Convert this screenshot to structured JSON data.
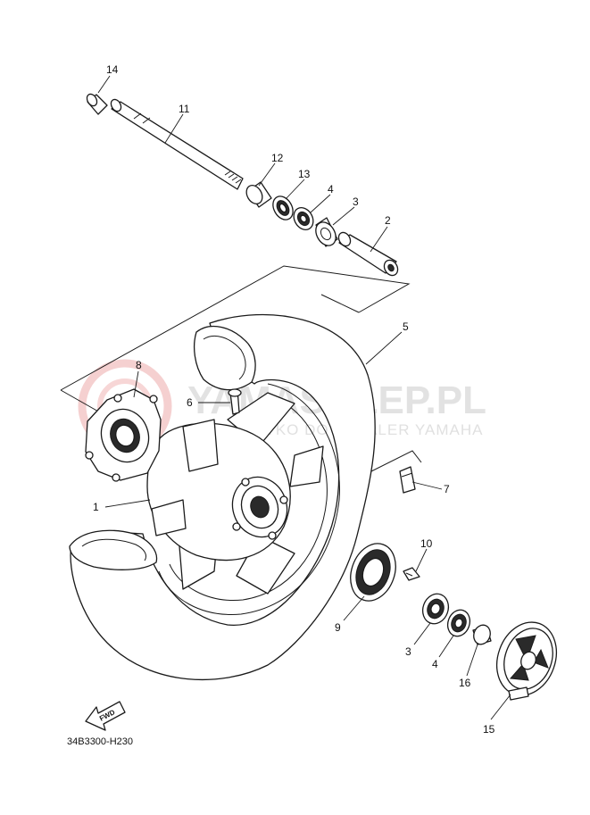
{
  "watermark": {
    "title": "YAMASKLEP.PL",
    "subtitle": "WSZYSTKO DO | DEALER YAMAHA",
    "color": "#f3c4c4"
  },
  "diagram_code": "34B3300-H230",
  "fwd_label": "FWD",
  "callouts": {
    "c1": "1",
    "c2": "2",
    "c3a": "3",
    "c3b": "3",
    "c4a": "4",
    "c4b": "4",
    "c5": "5",
    "c6": "6",
    "c7": "7",
    "c8": "8",
    "c9": "9",
    "c10": "10",
    "c11": "11",
    "c12": "12",
    "c13": "13",
    "c14": "14",
    "c15": "15",
    "c16": "16"
  }
}
